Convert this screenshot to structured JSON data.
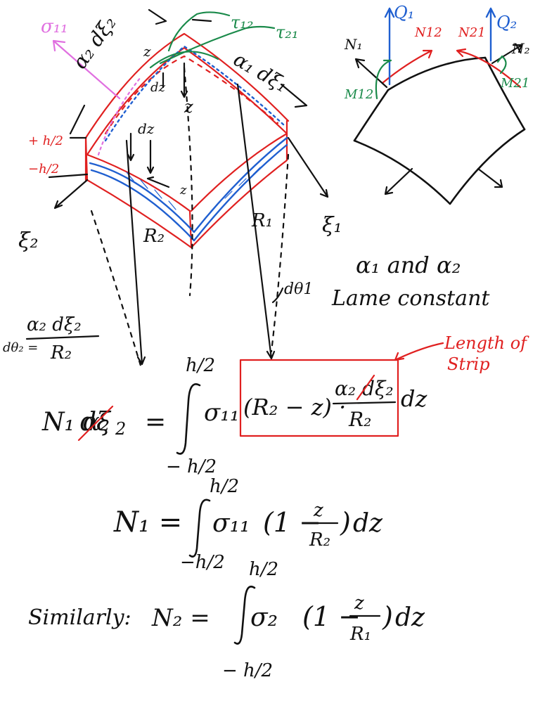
{
  "colors": {
    "ink": "#111111",
    "red": "#e02020",
    "blue": "#1f5fd0",
    "green": "#1a8a4a",
    "pink": "#e070e0"
  },
  "shell_diagram": {
    "sigma11": "σ₁₁",
    "alpha2_dxi2": "α₂ dξ₂",
    "alpha1_dxi1": "α₁ dξ₁",
    "tau12": "τ₁₂",
    "tau21": "τ₂₁",
    "z_top": "z",
    "dz_top": "dz",
    "z_mid": "z",
    "dz_mid": "dz",
    "z_low": "z",
    "plus_h2": "+ h/2",
    "minus_h2": "−h/2",
    "xi2": "ξ₂",
    "xi1": "ξ₁",
    "R2": "R₂",
    "R1": "R₁",
    "dtheta1": "dθ1"
  },
  "element_diagram": {
    "Q1": "Q₁",
    "Q2": "Q₂",
    "N1": "N₁",
    "N2": "N₂",
    "N12": "N12",
    "N21": "N21",
    "M12": "M12",
    "M21": "M21"
  },
  "notes": {
    "lame_line1": "α₁ and α₂",
    "lame_line2": "Lame constant",
    "length_of": "Length of",
    "strip": "Strip"
  },
  "dtheta2_eq": {
    "lhs": "dθ₂ =",
    "numerator": "α₂ dξ₂",
    "denominator": "R₂"
  },
  "eq1": {
    "lhs_N": "N₁ α₂",
    "lhs_cancel": "dξ",
    "lhs_sub": "2",
    "equals": "=",
    "upper": "h/2",
    "lower": "− h/2",
    "sigma": "σ₁₁",
    "paren": "(R₂ − z) ·",
    "frac_num": "α₂ dξ₂",
    "frac_den": "R₂",
    "dz": "dz"
  },
  "eq2": {
    "lhs": "N₁ =",
    "upper": "h/2",
    "lower": "−h/2",
    "sigma": "σ₁₁",
    "open": "(1 −",
    "frac_num": "z",
    "frac_den": "R₂",
    "close": ")",
    "dz": "dz"
  },
  "eq3": {
    "prefix": "Similarly:",
    "lhs": "N₂ =",
    "upper": "h/2",
    "lower": "− h/2",
    "sigma": "σ₂",
    "open": "(1 −",
    "frac_num": "z",
    "frac_den": "R₁",
    "close": ")",
    "dz": "dz"
  }
}
